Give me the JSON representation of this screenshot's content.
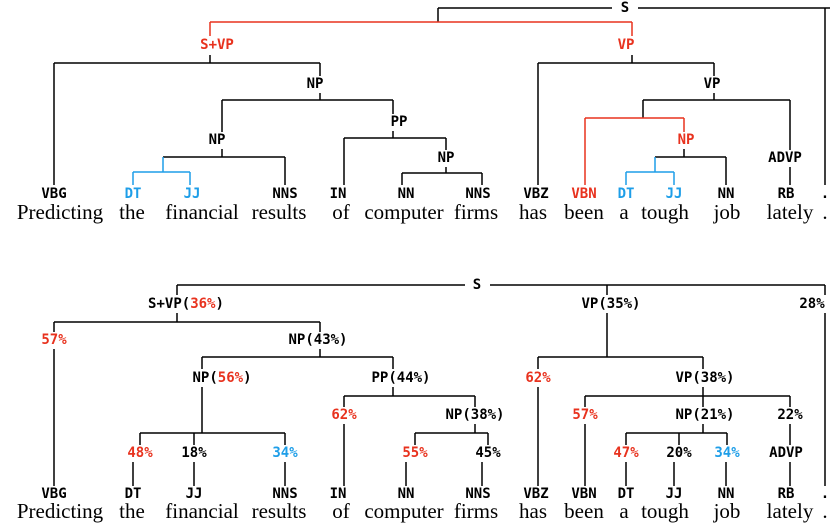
{
  "colors": {
    "black": "#000000",
    "red": "#e8321e",
    "blue": "#1e9ee8"
  },
  "tree1": {
    "labels": {
      "root": "S",
      "s_vp": "S+VP",
      "vp": "VP",
      "np_a": "NP",
      "vp_b": "VP",
      "np_b": "NP",
      "pp": "PP",
      "np_c": "NP",
      "np_d": "NP",
      "advp": "ADVP",
      "vbg": "VBG",
      "dt": "DT",
      "jj": "JJ",
      "nns": "NNS",
      "in": "IN",
      "nn": "NN",
      "nns2": "NNS",
      "vbz": "VBZ",
      "vbn": "VBN",
      "dt2": "DT",
      "jj2": "JJ",
      "nn2": "NN",
      "rb": "RB",
      "dot": "."
    },
    "sentence": [
      "Predicting",
      "the",
      "financial",
      "results",
      "of",
      "computer",
      "firms",
      "has",
      "been",
      "a",
      "tough",
      "job",
      "lately",
      "."
    ]
  },
  "tree2": {
    "labels": {
      "root": "S",
      "s_vp": "S+VP(",
      "s_vp_pct": "36%",
      "s_vp_close": ")",
      "vp": "VP(35%)",
      "dot_pct": "28%",
      "vbg_pct": "57%",
      "np_a": "NP(43%)",
      "np_b": "NP(",
      "np_b_pct": "56%",
      "np_b_close": ")",
      "pp": "PP(44%)",
      "vbz_pct": "62%",
      "vp_b": "VP(38%)",
      "in_pct": "62%",
      "np_c": "NP(38%)",
      "vbn_pct": "57%",
      "np_d": "NP(21%)",
      "advp_pct": "22%",
      "dt_pct": "48%",
      "jj_pct": "18%",
      "nns_pct": "34%",
      "nn_pct": "55%",
      "nns2_pct": "45%",
      "dt2_pct": "47%",
      "jj2_pct": "20%",
      "nn2_pct": "34%",
      "advp": "ADVP",
      "vbg": "VBG",
      "dt": "DT",
      "jj": "JJ",
      "nns": "NNS",
      "in": "IN",
      "nn": "NN",
      "nns2": "NNS",
      "vbz": "VBZ",
      "vbn": "VBN",
      "dt2": "DT",
      "jj2": "JJ",
      "nn2": "NN",
      "rb": "RB",
      "dot": "."
    },
    "sentence": [
      "Predicting",
      "the",
      "financial",
      "results",
      "of",
      "computer",
      "firms",
      "has",
      "been",
      "a",
      "tough",
      "job",
      "lately",
      "."
    ]
  }
}
